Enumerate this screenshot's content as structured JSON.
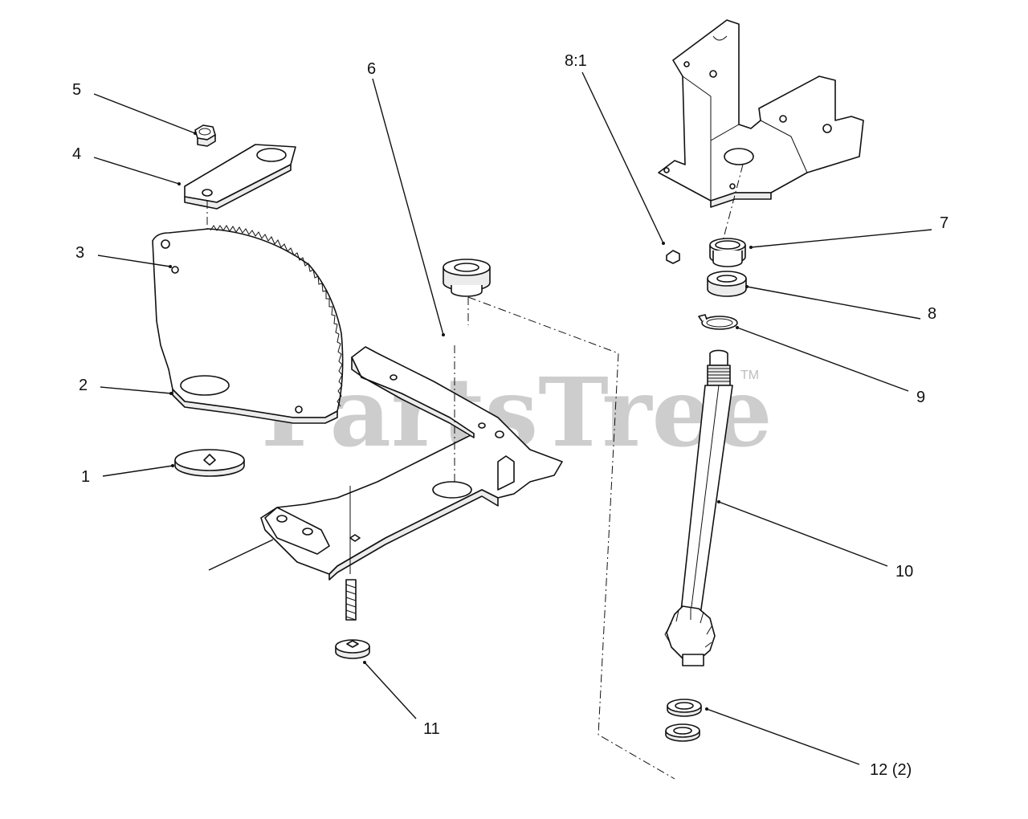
{
  "watermark": {
    "text": "PartsTree",
    "trademark": "TM"
  },
  "callouts": [
    {
      "id": "1",
      "label": "1"
    },
    {
      "id": "2",
      "label": "2"
    },
    {
      "id": "3",
      "label": "3"
    },
    {
      "id": "4",
      "label": "4"
    },
    {
      "id": "5",
      "label": "5"
    },
    {
      "id": "6",
      "label": "6"
    },
    {
      "id": "8-1",
      "label": "8:1"
    },
    {
      "id": "7",
      "label": "7"
    },
    {
      "id": "8",
      "label": "8"
    },
    {
      "id": "9",
      "label": "9"
    },
    {
      "id": "10",
      "label": "10"
    },
    {
      "id": "11",
      "label": "11"
    },
    {
      "id": "12",
      "label": "12 (2)"
    }
  ],
  "colors": {
    "line": "#111111",
    "watermark": "#bdbdbd",
    "background": "#ffffff"
  }
}
